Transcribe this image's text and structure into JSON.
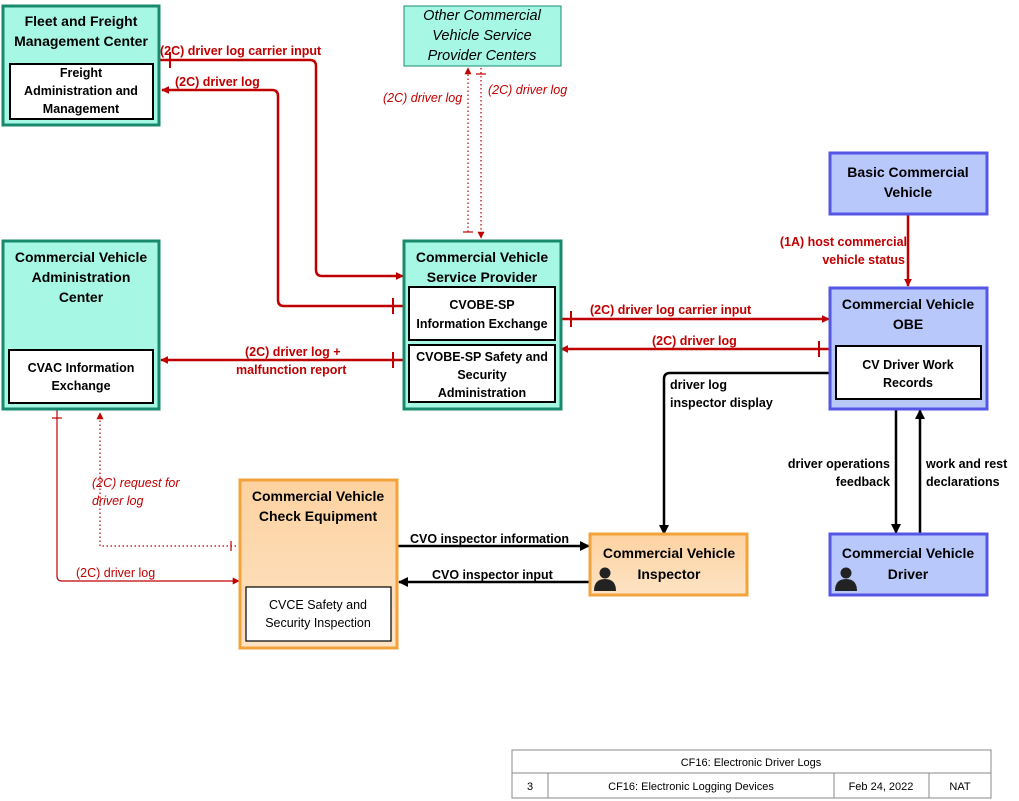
{
  "colors": {
    "center_fill": "#a6f7e4",
    "center_border": "#1a8a6e",
    "vehicle_fill": "#b8c8fb",
    "vehicle_border": "#5555e6",
    "field_fill": "#fdd9a8",
    "field_border": "#f2a33c",
    "flow_red": "#c00000",
    "flow_black": "#000000"
  },
  "entities": {
    "ffmc": {
      "title_lines": [
        "Fleet and Freight",
        "Management Center"
      ],
      "sub": [
        "Freight",
        "Administration and",
        "Management"
      ]
    },
    "ocvspc": {
      "title_lines": [
        "Other Commercial",
        "Vehicle Service",
        "Provider Centers"
      ]
    },
    "cvac": {
      "title_lines": [
        "Commercial Vehicle",
        "Administration",
        "Center"
      ],
      "sub": [
        "CVAC Information",
        "Exchange"
      ]
    },
    "cvsp": {
      "title_lines": [
        "Commercial Vehicle",
        "Service Provider"
      ],
      "sub1": [
        "CVOBE-SP",
        "Information Exchange"
      ],
      "sub2": [
        "CVOBE-SP Safety and",
        "Security",
        "Administration"
      ]
    },
    "bcv": {
      "title_lines": [
        "Basic Commercial",
        "Vehicle"
      ]
    },
    "cvobe": {
      "title_lines": [
        "Commercial Vehicle",
        "OBE"
      ],
      "sub": [
        "CV Driver Work",
        "Records"
      ]
    },
    "cvce": {
      "title_lines": [
        "Commercial Vehicle",
        "Check Equipment"
      ],
      "sub": [
        "CVCE Safety and",
        "Security Inspection"
      ]
    },
    "cvi": {
      "title_lines": [
        "Commercial Vehicle",
        "Inspector"
      ]
    },
    "cvd": {
      "title_lines": [
        "Commercial Vehicle",
        "Driver"
      ]
    }
  },
  "flows": {
    "f1": "(2C) driver log carrier input",
    "f2": "(2C) driver log",
    "f3": "(2C) driver log",
    "f4": "(2C) driver log",
    "f5_lines": [
      "(1A) host commercial",
      "vehicle status"
    ],
    "f6": "(2C) driver log carrier input",
    "f7": "(2C) driver log",
    "f8_lines": [
      "(2C) driver log +",
      "malfunction report"
    ],
    "f9_lines": [
      "driver log",
      "inspector display"
    ],
    "f10_lines": [
      "driver operations",
      "feedback"
    ],
    "f11_lines": [
      "work and rest",
      "declarations"
    ],
    "f12_lines": [
      "(2C) request for",
      "driver log"
    ],
    "f13": "(2C) driver log",
    "f14": "CVO inspector information",
    "f15": "CVO inspector input"
  },
  "footer": {
    "title": "CF16: Electronic Driver Logs",
    "number": "3",
    "name": "CF16: Electronic Logging Devices",
    "date": "Feb 24, 2022",
    "scope": "NAT"
  }
}
